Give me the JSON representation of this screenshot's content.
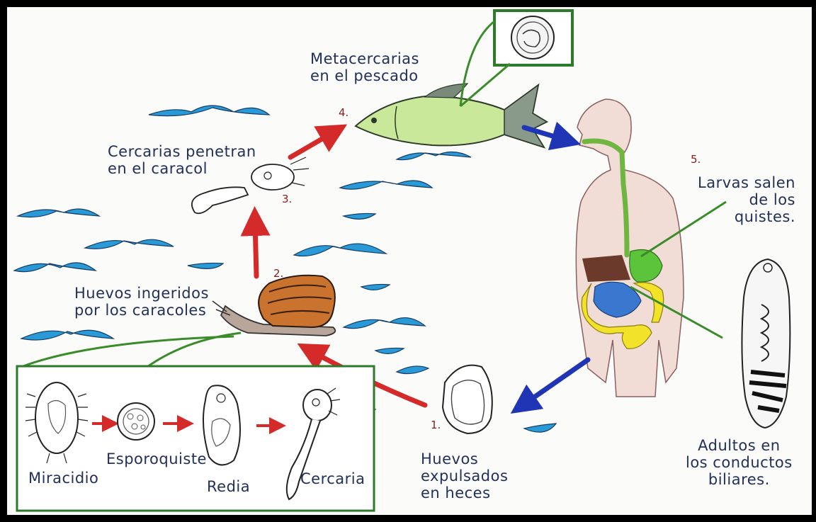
{
  "steps": {
    "step1": {
      "number": "1.",
      "label_lines": [
        "Huevos",
        "expulsados",
        "en heces"
      ]
    },
    "step2": {
      "number": "2.",
      "label_lines": [
        "Huevos ingeridos",
        "por los caracoles"
      ]
    },
    "step3": {
      "number": "3.",
      "label_lines": [
        "Cercarias penetran",
        "en el caracol"
      ]
    },
    "step4": {
      "number": "4.",
      "label_lines": [
        "Metacercarias",
        "en el pescado"
      ]
    },
    "step5": {
      "number": "5.",
      "label_lines": [
        "Larvas salen",
        "de los",
        "quistes."
      ]
    }
  },
  "adults": {
    "label_lines": [
      "Adultos en",
      "los conductos",
      "biliares."
    ]
  },
  "inset": {
    "stages": [
      "Miracidio",
      "Esporoquiste",
      "Redia",
      "Cercaria"
    ]
  },
  "colors": {
    "frame": "#000000",
    "ink": "#22305a",
    "step_number": "#8a1a1a",
    "water": "#2a9ad6",
    "arrow_red": "#d42a2a",
    "arrow_blue": "#1f35b5",
    "pointer_green": "#3a8c2a",
    "body_skin": "#f1dcd6",
    "fish_green": "#c9e89a",
    "snail_shell": "#c9732f"
  }
}
